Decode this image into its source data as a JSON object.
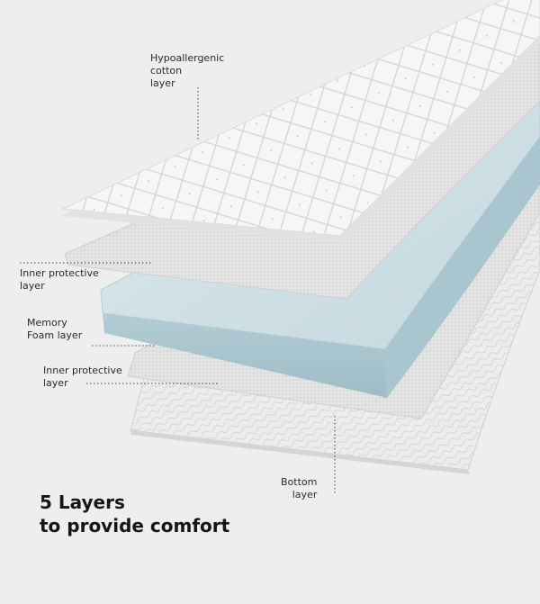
{
  "labels": {
    "cotton": [
      "Hypoallergenic",
      "cotton",
      "layer"
    ],
    "inner_top": [
      "Inner protective",
      "layer"
    ],
    "memory": [
      "Memory",
      "Foam layer"
    ],
    "inner_bottom": [
      "Inner protective",
      "layer"
    ],
    "bottom": [
      "Bottom",
      "layer"
    ]
  },
  "headline": [
    "5 Layers",
    "to provide comfort"
  ],
  "colors": {
    "background": "#eeeeee",
    "quilt_layer": "#f5f5f5",
    "mesh_layer": "#e2e2e2",
    "memory_foam": "#c9dde3",
    "memory_foam_edge": "#a9c7d1",
    "bottom_layer": "#ebebeb",
    "text": "#2a2a2a"
  }
}
